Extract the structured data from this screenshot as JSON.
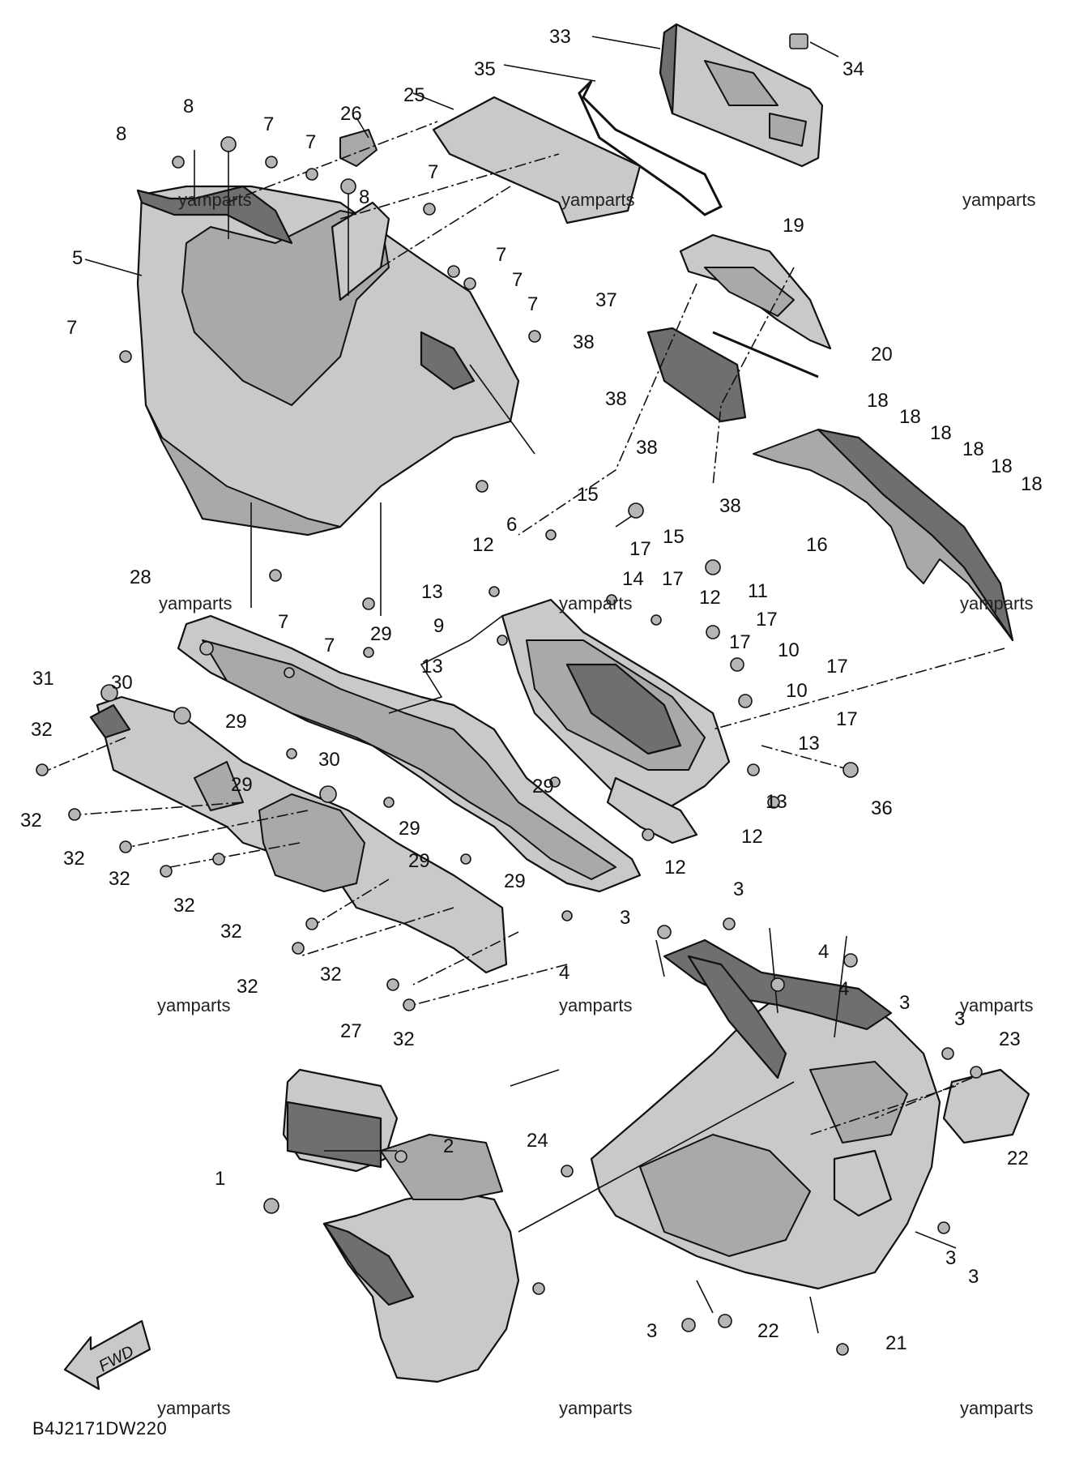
{
  "diagram": {
    "code": "B4J2171DW220",
    "fwd_label": "FWD",
    "watermark_text": "yamparts",
    "watermarks": [
      "yamparts",
      "yamparts",
      "yamparts",
      "yamparts",
      "yamparts",
      "yamparts",
      "yamparts",
      "yamparts",
      "yamparts",
      "yamparts",
      "yamparts",
      "yamparts"
    ],
    "callouts": [
      "33",
      "34",
      "35",
      "25",
      "26",
      "8",
      "8",
      "7",
      "7",
      "8",
      "7",
      "5",
      "7",
      "7",
      "7",
      "7",
      "19",
      "37",
      "38",
      "20",
      "38",
      "38",
      "38",
      "18",
      "18",
      "18",
      "18",
      "18",
      "18",
      "16",
      "6",
      "15",
      "12",
      "17",
      "15",
      "13",
      "14",
      "17",
      "9",
      "12",
      "11",
      "17",
      "13",
      "17",
      "10",
      "17",
      "10",
      "17",
      "13",
      "36",
      "13",
      "12",
      "12",
      "28",
      "7",
      "29",
      "7",
      "31",
      "30",
      "32",
      "29",
      "29",
      "30",
      "29",
      "29",
      "29",
      "32",
      "32",
      "32",
      "32",
      "32",
      "32",
      "32",
      "32",
      "29",
      "4",
      "3",
      "3",
      "4",
      "4",
      "3",
      "3",
      "23",
      "27",
      "22",
      "2",
      "24",
      "1",
      "3",
      "3",
      "3",
      "22",
      "21"
    ]
  }
}
